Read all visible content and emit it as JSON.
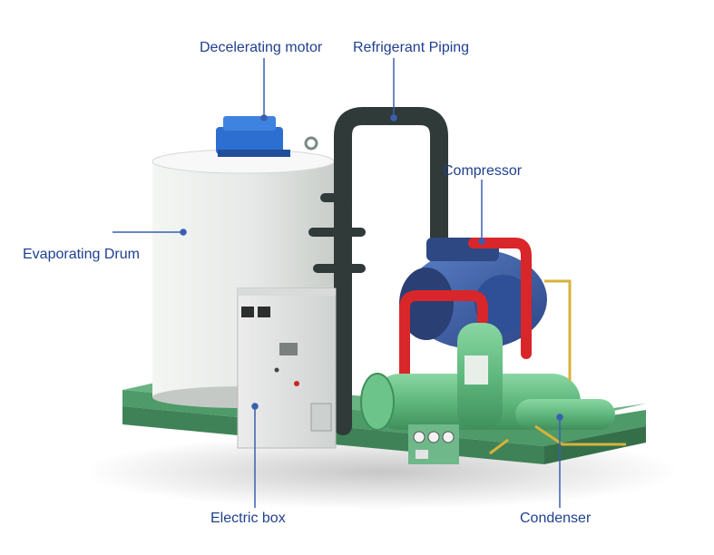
{
  "labels": {
    "decelerating_motor": "Decelerating motor",
    "refrigerant_piping": "Refrigerant Piping",
    "compressor": "Compressor",
    "evaporating_drum": "Evaporating Drum",
    "electric_box": "Electric box",
    "condenser": "Condenser"
  },
  "colors": {
    "label_text": "#1f3f8f",
    "leader_line": "#3a5fb0",
    "frame_green": "#4e9a68",
    "drum_white": "#e9ecea",
    "pipe_dark": "#2f3a39",
    "pipe_red": "#d8262a",
    "vessel_green": "#5fb87e",
    "motor_blue": "#2d6fd1",
    "compressor_blue": "#3b5fa8"
  }
}
